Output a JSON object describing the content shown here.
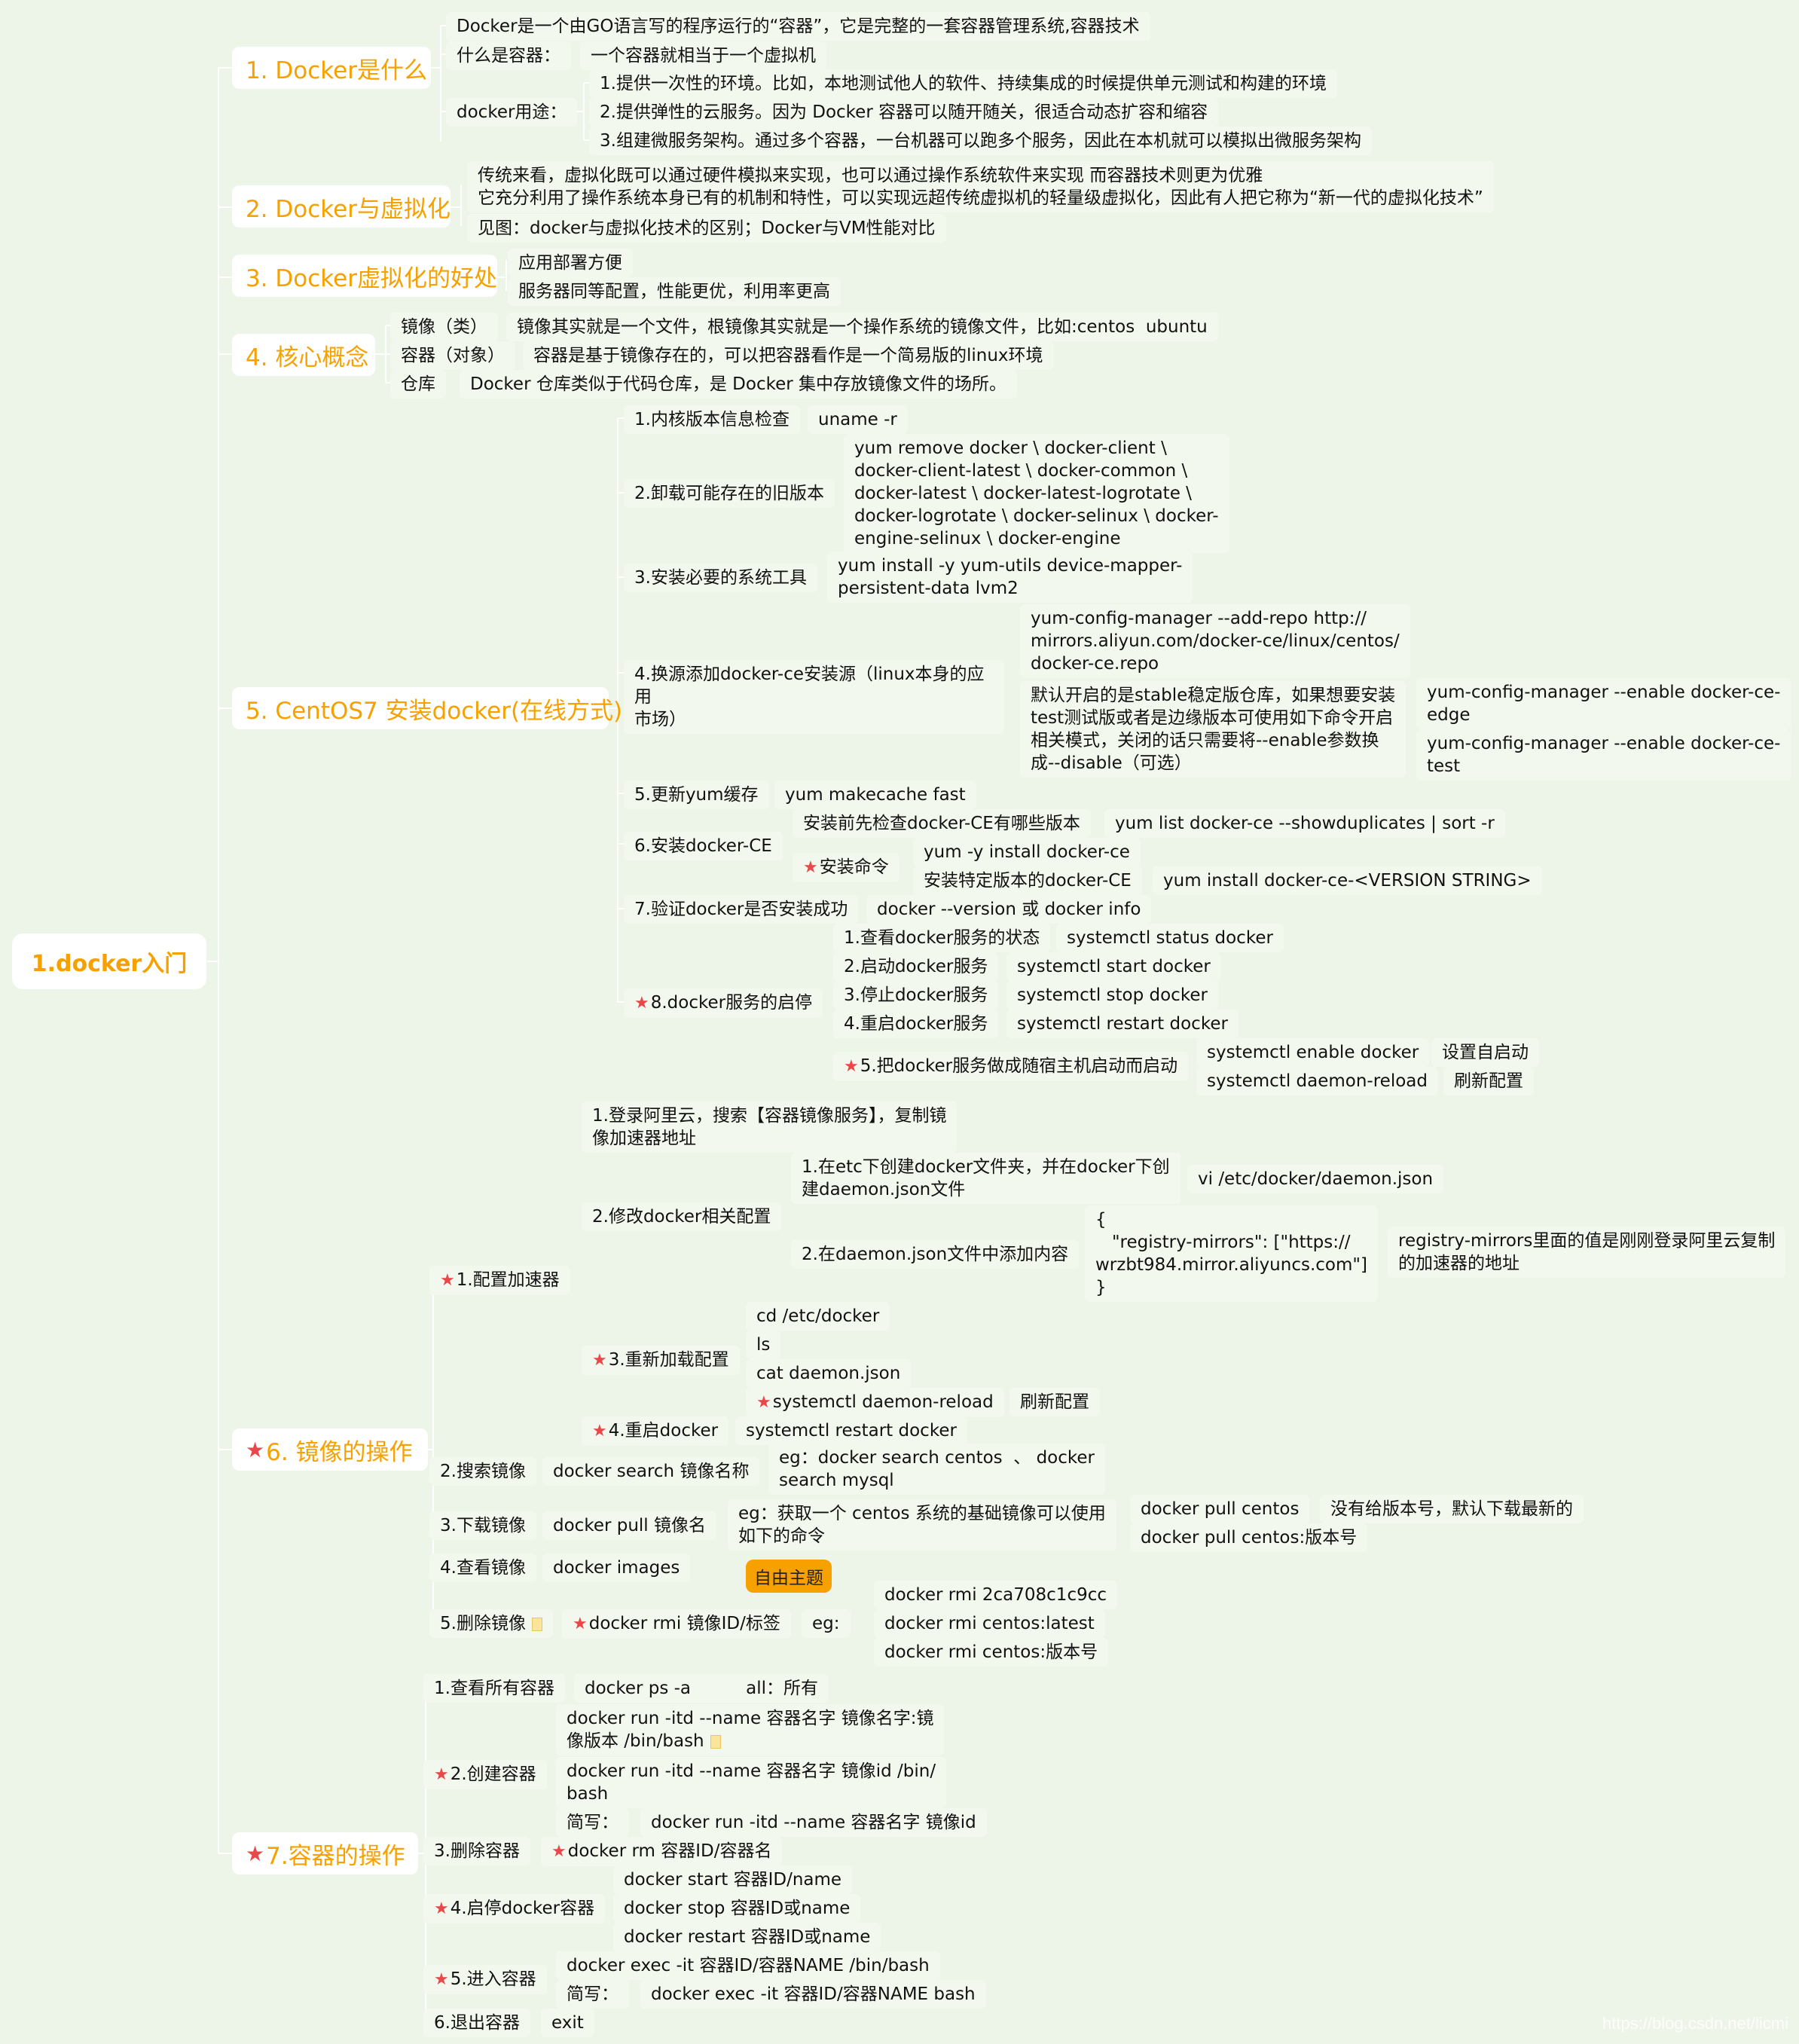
{
  "root": {
    "label": "1.docker入门"
  },
  "sections": [
    {
      "label": "1. Docker是什么"
    },
    {
      "label": "2. Docker与虚拟化"
    },
    {
      "label": "3. Docker虚拟化的好处"
    },
    {
      "label": "4. 核心概念"
    },
    {
      "label": "5. CentOS7 安装docker(在线方式)"
    },
    {
      "label": "6. 镜像的操作"
    },
    {
      "label": "7.容器的操作"
    }
  ],
  "s1": {
    "intro": "Docker是一个由GO语言写的程序运行的“容器”，它是完整的一套容器管理系统,容器技术",
    "what_label": "什么是容器：",
    "what_value": "一个容器就相当于一个虚拟机",
    "use_label": "docker用途：",
    "uses": [
      "1.提供一次性的环境。比如，本地测试他人的软件、持续集成的时候提供单元测试和构建的环境",
      "2.提供弹性的云服务。因为 Docker 容器可以随开随关，很适合动态扩容和缩容",
      "3.组建微服务架构。通过多个容器，一台机器可以跑多个服务，因此在本机就可以模拟出微服务架构"
    ]
  },
  "s2": {
    "para": "传统来看，虚拟化既可以通过硬件模拟来实现，也可以通过操作系统软件来实现 而容器技术则更为优雅\n它充分利用了操作系统本身已有的机制和特性，可以实现远超传统虚拟机的轻量级虚拟化，因此有人把它称为“新一代的虚拟化技术”",
    "see": "见图：docker与虚拟化技术的区别；Docker与VM性能对比"
  },
  "s3": {
    "items": [
      "应用部署方便",
      "服务器同等配置，性能更优，利用率更高"
    ]
  },
  "s4": {
    "items": [
      {
        "k": "镜像（类）",
        "v": "镜像其实就是一个文件，根镜像其实就是一个操作系统的镜像文件，比如:centos  ubuntu"
      },
      {
        "k": "容器（对象）",
        "v": "容器是基于镜像存在的，可以把容器看作是一个简易版的linux环境"
      },
      {
        "k": "仓库",
        "v": "Docker 仓库类似于代码仓库，是 Docker 集中存放镜像文件的场所。"
      }
    ]
  },
  "s5": {
    "step1": {
      "k": "1.内核版本信息检查",
      "v": "uname -r"
    },
    "step2": {
      "k": "2.卸载可能存在的旧版本",
      "v": "yum remove docker \\ docker-client \\\ndocker-client-latest \\ docker-common \\\ndocker-latest \\ docker-latest-logrotate \\\ndocker-logrotate \\ docker-selinux \\ docker-\nengine-selinux \\ docker-engine"
    },
    "step3": {
      "k": "3.安装必要的系统工具",
      "v": "yum install -y yum-utils device-mapper-\npersistent-data lvm2"
    },
    "step4": {
      "k": "4.换源添加docker-ce安装源（linux本身的应用\n市场）",
      "repo": "yum-config-manager --add-repo http://\nmirrors.aliyun.com/docker-ce/linux/centos/\ndocker-ce.repo",
      "note": "默认开启的是stable稳定版仓库，如果想要安装\ntest测试版或者是边缘版本可使用如下命令开启\n相关模式，关闭的话只需要将--enable参数换\n成--disable（可选）",
      "edge": "yum-config-manager --enable docker-ce-\nedge",
      "test": "yum-config-manager --enable docker-ce-\ntest"
    },
    "step5": {
      "k": "5.更新yum缓存",
      "v": "yum makecache fast"
    },
    "step6": {
      "k": "6.安装docker-CE",
      "check_k": "安装前先检查docker-CE有哪些版本",
      "check_v": "yum list docker-ce --showduplicates | sort -r",
      "cmd_k": "安装命令",
      "cmd_v1": "yum -y install docker-ce",
      "cmd_v2_k": "安装特定版本的docker-CE",
      "cmd_v2_v": "yum install docker-ce-<VERSION STRING>"
    },
    "step7": {
      "k": "7.验证docker是否安装成功",
      "v": "docker --version 或 docker info"
    },
    "step8": {
      "k": "8.docker服务的启停",
      "items": [
        {
          "k": "1.查看docker服务的状态",
          "v": "systemctl status docker"
        },
        {
          "k": "2.启动docker服务",
          "v": "systemctl start docker"
        },
        {
          "k": "3.停止docker服务",
          "v": "systemctl stop docker"
        },
        {
          "k": "4.重启docker服务",
          "v": "systemctl restart docker"
        }
      ],
      "boot_k": "5.把docker服务做成随宿主机启动而启动",
      "boot_v1": "systemctl enable docker",
      "boot_v1_note": "设置自启动",
      "boot_v2": "systemctl daemon-reload",
      "boot_v2_note": "刷新配置"
    }
  },
  "s6": {
    "acc": {
      "k": "1.配置加速器",
      "login": "1.登录阿里云，搜索【容器镜像服务】，复制镜\n像加速器地址",
      "modify": "2.修改docker相关配置",
      "mk": "1.在etc下创建docker文件夹，并在docker下创\n建daemon.json文件",
      "mk_v": "vi /etc/docker/daemon.json",
      "add": "2.在daemon.json文件中添加内容",
      "add_v": "{\n   \"registry-mirrors\": [\"https://\nwrzbt984.mirror.aliyuncs.com\"]\n}",
      "add_note": "registry-mirrors里面的值是刚刚登录阿里云复制\n的加速器的地址",
      "reload": "3.重新加载配置",
      "reload_cmds": [
        "cd /etc/docker",
        "ls",
        "cat daemon.json"
      ],
      "reload_star": "systemctl daemon-reload",
      "reload_star_note": "刷新配置",
      "restart": "4.重启docker",
      "restart_v": "systemctl restart docker"
    },
    "search": {
      "k": "2.搜索镜像",
      "v": "docker search 镜像名称",
      "eg": "eg：docker search centos  、 docker\nsearch mysql"
    },
    "pull": {
      "k": "3.下载镜像",
      "v": "docker pull 镜像名",
      "eg": "eg：获取一个 centos 系统的基础镜像可以使用\n如下的命令",
      "p1": "docker pull centos",
      "p1_note": "没有给版本号，默认下载最新的",
      "p2": "docker pull centos:版本号"
    },
    "list": {
      "k": "4.查看镜像",
      "v": "docker images"
    },
    "free_topic": "自由主题",
    "rmi": {
      "k": "5.删除镜像",
      "v": "docker rmi 镜像ID/标签",
      "eg": "eg:",
      "items": [
        "docker rmi 2ca708c1c9cc",
        "docker rmi centos:latest",
        "docker rmi centos:版本号"
      ]
    }
  },
  "s7": {
    "ps": {
      "k": "1.查看所有容器",
      "v": "docker ps -a          all：所有"
    },
    "run": {
      "k": "2.创建容器",
      "v1": "docker run -itd --name 容器名字 镜像名字:镜\n像版本 /bin/bash",
      "v2": "docker run -itd --name 容器名字 镜像id /bin/\nbash",
      "short_k": "简写：",
      "short_v": "docker run -itd --name 容器名字 镜像id"
    },
    "rm": {
      "k": "3.删除容器",
      "v": "docker rm 容器ID/容器名"
    },
    "ctl": {
      "k": "4.启停docker容器",
      "items": [
        "docker start 容器ID/name",
        "docker stop 容器ID或name",
        "docker restart 容器ID或name"
      ]
    },
    "exec": {
      "k": "5.进入容器",
      "v": "docker exec -it 容器ID/容器NAME /bin/bash",
      "short_k": "简写：",
      "short_v": "docker exec -it 容器ID/容器NAME bash"
    },
    "exit": {
      "k": "6.退出容器",
      "v": "exit"
    }
  },
  "watermark": "https://blog.csdn.net/licmi",
  "colors": {
    "background": "#edf4e8",
    "accent": "#f7a100",
    "star": "#e9484a",
    "node": "#f3f8ee"
  }
}
